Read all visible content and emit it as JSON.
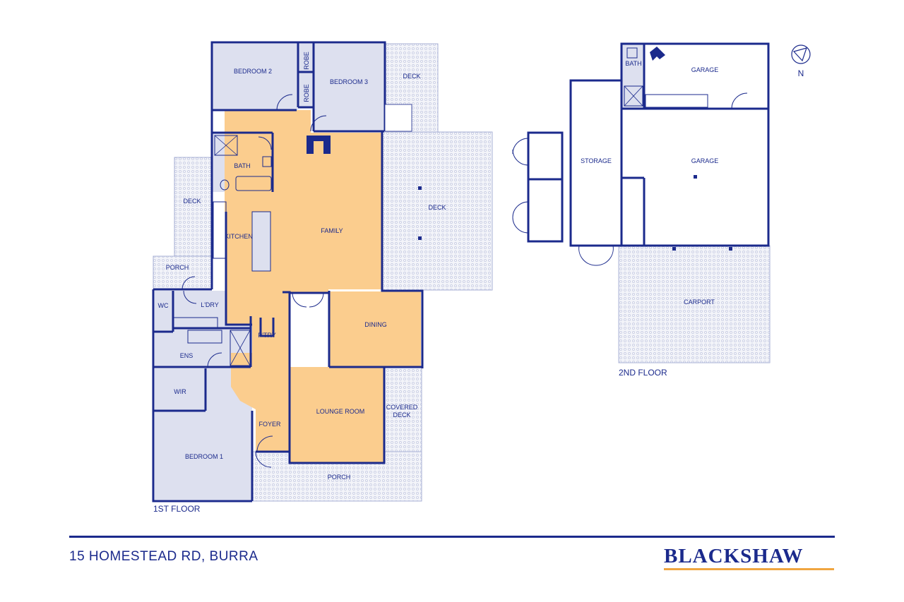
{
  "colors": {
    "wall": "#1b2a8c",
    "living_fill": "#fbcd8e",
    "room_fill": "#dde0ef",
    "deck_fill": "#eef0f7",
    "accent": "#f0a540"
  },
  "floor_labels": {
    "first": "1ST FLOOR",
    "second": "2ND FLOOR"
  },
  "rooms": {
    "bedroom2": "BEDROOM 2",
    "bedroom3": "BEDROOM 3",
    "robe1": "ROBE",
    "robe2": "ROBE",
    "deck_top": "DECK",
    "deck_right": "DECK",
    "deck_left": "DECK",
    "bath1": "BATH",
    "kitchen": "KITCHEN",
    "family": "FAMILY",
    "porch_left": "PORCH",
    "wc": "WC",
    "laundry": "L'DRY",
    "pantry": "P'TRY",
    "dining": "DINING",
    "ensuite": "ENS",
    "wir": "WIR",
    "foyer": "FOYER",
    "lounge": "LOUNGE ROOM",
    "covered_deck_1": "COVERED",
    "covered_deck_2": "DECK",
    "bedroom1": "BEDROOM 1",
    "porch_bottom": "PORCH",
    "storage": "STORAGE",
    "bath2": "BATH",
    "garage_top": "GARAGE",
    "garage_main": "GARAGE",
    "carport": "CARPORT"
  },
  "compass": {
    "label": "N",
    "icon": "north-arrow-icon"
  },
  "footer": {
    "address": "15 HOMESTEAD RD, BURRA",
    "brand": "BLACKSHAW"
  }
}
